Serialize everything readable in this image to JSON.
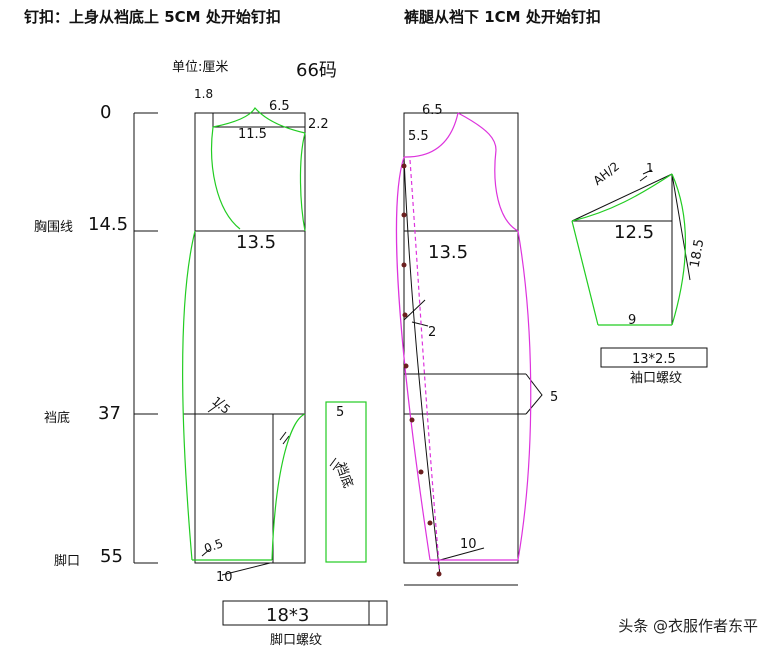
{
  "headings": {
    "left": "钉扣：上身从裆底上 5CM 处开始钉扣",
    "right": "裤腿从裆下 1CM 处开始钉扣"
  },
  "unit": "单位:厘米",
  "size": "66码",
  "levels": [
    {
      "name": "",
      "value": "0"
    },
    {
      "name": "胸围线",
      "value": "14.5"
    },
    {
      "name": "裆底",
      "value": "37"
    },
    {
      "name": "脚口",
      "value": "55"
    }
  ],
  "front_piece": {
    "neck_drop": "1.8",
    "shoulder": "6.5",
    "shoulder_drop": "2.2",
    "neck_width": "11.5",
    "chest": "13.5",
    "crotch_curve": "1.5",
    "hem_drop": "0.5",
    "hem": "10"
  },
  "crotch_strip": {
    "width": "5",
    "label": "裆底"
  },
  "back_piece": {
    "neck_width": "6.5",
    "neck_drop": "5.5",
    "chest": "13.5",
    "placket_offset": "2",
    "side_extension": "5",
    "hem": "10"
  },
  "sleeve": {
    "armhole": "AH/2",
    "cap_offset": "1",
    "width": "12.5",
    "length": "18.5",
    "cuff": "9"
  },
  "cuff_rib": {
    "size": "13*2.5",
    "label": "袖口螺纹"
  },
  "hem_rib": {
    "size": "18*3",
    "label": "脚口螺纹"
  },
  "watermark": "头条 @衣服作者东平",
  "colors": {
    "outline": "#111111",
    "front_curve": "#22cc22",
    "back_curve": "#dd33dd",
    "button": "#6b1f1f"
  }
}
